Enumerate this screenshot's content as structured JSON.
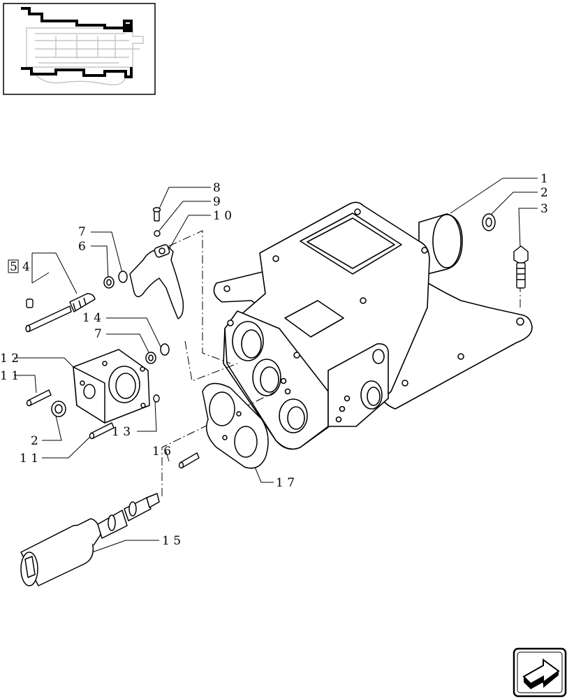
{
  "thumbnail": {
    "name": "transmission-overview-thumbnail"
  },
  "callouts": [
    {
      "id": "c1",
      "text": "1"
    },
    {
      "id": "c2",
      "text": "2"
    },
    {
      "id": "c3",
      "text": "3"
    },
    {
      "id": "c8",
      "text": "8"
    },
    {
      "id": "c9",
      "text": "9"
    },
    {
      "id": "c10",
      "text": "1 0"
    },
    {
      "id": "c7a",
      "text": "7"
    },
    {
      "id": "c6",
      "text": "6"
    },
    {
      "id": "c5",
      "text": "5"
    },
    {
      "id": "c4",
      "text": "4"
    },
    {
      "id": "c14",
      "text": "1 4"
    },
    {
      "id": "c7b",
      "text": "7"
    },
    {
      "id": "c12",
      "text": "1 2"
    },
    {
      "id": "c11a",
      "text": "1 1"
    },
    {
      "id": "c2b",
      "text": "2"
    },
    {
      "id": "c11b",
      "text": "1 1"
    },
    {
      "id": "c13",
      "text": "1 3"
    },
    {
      "id": "c16",
      "text": "1 6"
    },
    {
      "id": "c17",
      "text": "1 7"
    },
    {
      "id": "c15",
      "text": "1 5"
    }
  ],
  "nav_icon": "next-page-arrow-icon"
}
